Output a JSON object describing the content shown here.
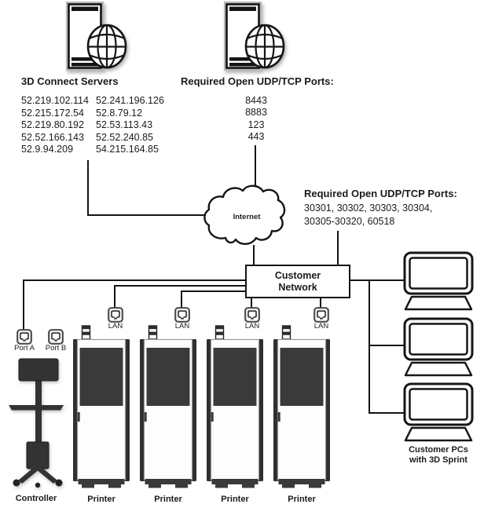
{
  "connect_servers": {
    "heading": "3D Connect Servers",
    "ip_col1": [
      "52.219.102.114",
      "52.215.172.54",
      "52.219.80.192",
      "52.52.166.143",
      "52.9.94.209"
    ],
    "ip_col2": [
      "52.241.196.126",
      "52.8.79.12",
      "52.53.113.43",
      "52.52.240.85",
      "54.215.164.85"
    ]
  },
  "server_ports": {
    "heading": "Required Open UDP/TCP Ports:",
    "ports": [
      "8443",
      "8883",
      "123",
      "443"
    ]
  },
  "internet": {
    "label": "Internet"
  },
  "network_ports_note": {
    "heading": "Required Open UDP/TCP Ports:",
    "lines": [
      "30301, 30302, 30303, 30304,",
      "30305-30320, 60518"
    ]
  },
  "customer_network": {
    "label_line1": "Customer",
    "label_line2": "Network"
  },
  "lan_labels": [
    "LAN",
    "LAN",
    "LAN",
    "LAN"
  ],
  "controller": {
    "port_a_label": "Port A",
    "port_b_label": "Port B",
    "label": "Controller"
  },
  "printer_labels": [
    "Printer",
    "Printer",
    "Printer",
    "Printer"
  ],
  "customer_pcs": {
    "label_line1": "Customer PCs",
    "label_line2": "with 3D Sprint"
  },
  "colors": {
    "line": "#141414",
    "dark_fill": "#333333",
    "panel_fill": "#3a3a3a",
    "text": "#1b1b1b"
  }
}
